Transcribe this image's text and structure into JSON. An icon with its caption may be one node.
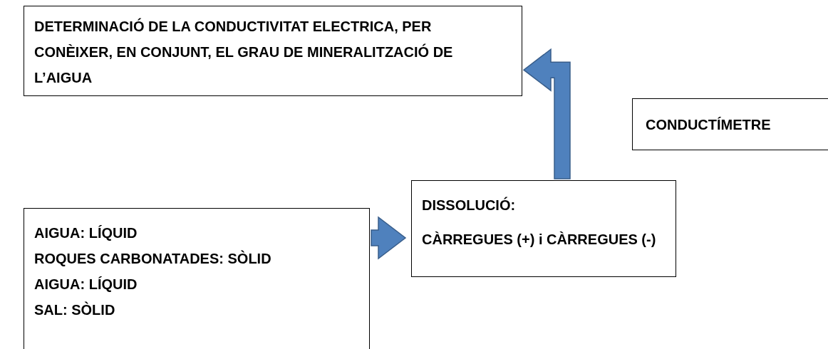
{
  "diagram": {
    "nodes": [
      {
        "text": [
          "DETERMINACIÓ DE LA CONDUCTIVITAT ELECTRICA, PER CONÈIXER, EN CONJUNT, EL GRAU DE MINERALITZACIÓ DE L’AIGUA"
        ]
      },
      {
        "text": [
          "CONDUCTÍMETRE"
        ]
      },
      {
        "text": [
          "AIGUA: LÍQUID",
          "ROQUES CARBONATADES: SÒLID",
          "AIGUA: LÍQUID",
          "SAL: SÒLID"
        ]
      },
      {
        "text": [
          "DISSOLUCIÓ:",
          "CÀRREGUES (+) i CÀRREGUES (-)"
        ]
      }
    ],
    "edges": [
      {
        "from": 2,
        "to": 3,
        "arrow": "to"
      },
      {
        "from": 3,
        "to": 0,
        "arrow": "to"
      }
    ]
  }
}
